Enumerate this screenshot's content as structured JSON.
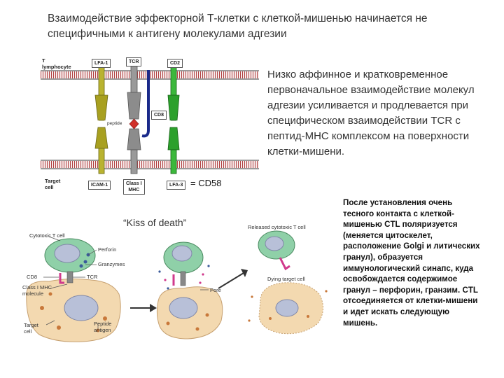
{
  "heading": "Взаимодействие эффекторной Т-клетки с клеткой-мишенью начинается не специфичными к антигену молекулами адгезии",
  "paragraph1": "Низко аффинное и кратковременное первоначальное взаимодействие молекул адгезии усиливается и продлевается при специфическом взаимодействии TCR с пептид-МНС комплексом на поверхности клетки-мишени.",
  "cd58_note": "= CD58",
  "kiss_label": "“Kiss of death”",
  "paragraph2": "После установления очень тесного контакта с клеткой-мишенью CTL поляризуется (меняется цитоскелет, расположение Golgi и литических гранул), образуется иммунологический синапс, куда освобождается содержимое гранул – перфорин, гранзим. CTL отсоединяется от клетки-мишени и идет искать следующую мишень.",
  "membrane_diagram": {
    "t_lymphocyte": "T\nlymphocyte",
    "target_cell": "Target\ncell",
    "lfa1": "LFA-1",
    "tcr": "TCR",
    "cd2": "CD2",
    "cd8": "CD8",
    "peptide": "peptide",
    "icam1": "ICAM-1",
    "class1_mhc": "Class I\nMHC",
    "lfa3": "LFA-3"
  },
  "kill_diagram": {
    "cytotoxic_t_cell": "Cytotoxic T cell",
    "perforin": "Perforin",
    "granzymes": "Granzymes",
    "cd8": "CD8",
    "tcr": "TCR",
    "class1_mhc": "Class I MHC\nmolecule",
    "target_cell": "Target\ncell",
    "peptide_antigen": "Peptide\nantigen",
    "pore": "Pore",
    "released": "Released cytotoxic T cell",
    "dying": "Dying target cell"
  },
  "colors": {
    "lfa1": "#a8a020",
    "tcr": "#8c8c8c",
    "cd2": "#2ca02c",
    "cd8": "#1a2a8a",
    "peptide": "#d0302a",
    "membrane": "#b04040",
    "t_cell_fill": "#8fd0a8",
    "target_fill": "#f3d9b0",
    "nucleus": "#b8c0d8",
    "pink": "#d03a8c"
  }
}
